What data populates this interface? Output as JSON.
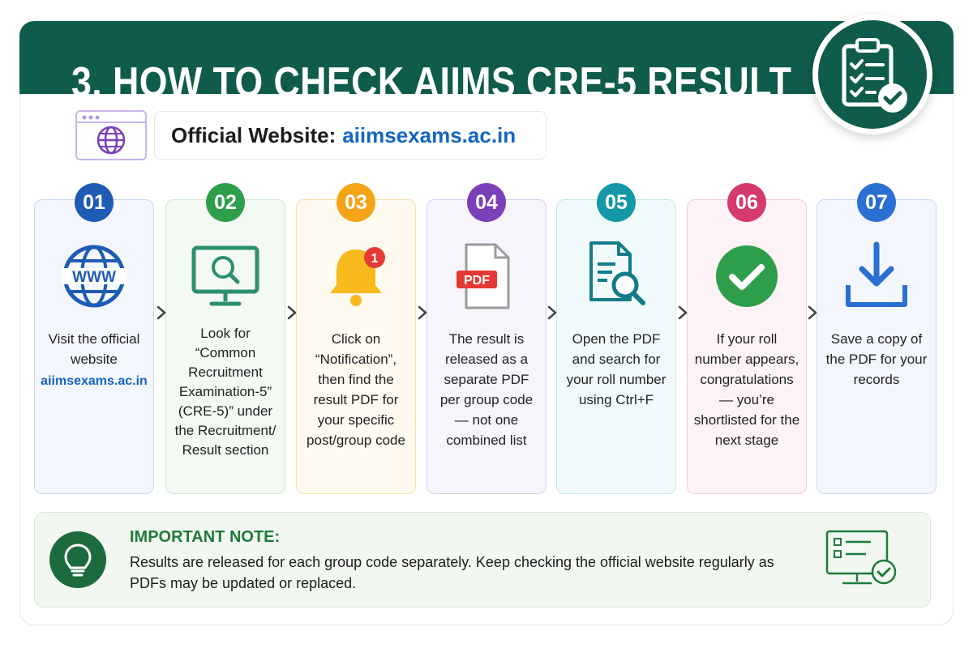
{
  "header": {
    "title": "3. HOW TO CHECK AIIMS CRE-5 RESULT",
    "badge_icon": "clipboard-check-icon"
  },
  "website": {
    "label": "Official Website:",
    "url": "aiimsexams.ac.in",
    "icon": "browser-globe-icon"
  },
  "steps": [
    {
      "number": "01",
      "color": "#1e5bb5",
      "icon": "www-globe-icon",
      "text": "Visit the official website",
      "link": "aiimsexams.ac.in"
    },
    {
      "number": "02",
      "color": "#2e9e4a",
      "icon": "monitor-search-icon",
      "text": "Look for “Common Recruitment Examination-5” (CRE-5)” under the Recruitment/ Result section"
    },
    {
      "number": "03",
      "color": "#f5a417",
      "icon": "notification-bell-icon",
      "badge": "1",
      "text": "Click on “Notification”, then find the result PDF for your specific post/group code"
    },
    {
      "number": "04",
      "color": "#7b3fb8",
      "icon": "pdf-file-icon",
      "badge": "PDF",
      "text": "The result is released as a separate PDF per group code — not one combined list"
    },
    {
      "number": "05",
      "color": "#1498a8",
      "icon": "document-search-icon",
      "text": "Open the PDF and search for your roll number using Ctrl+F"
    },
    {
      "number": "06",
      "color": "#d63a6c",
      "icon": "checkmark-circle-icon",
      "text": "If your roll number appears, congratulations — you’re shortlisted for the next stage"
    },
    {
      "number": "07",
      "color": "#2a6fd1",
      "icon": "download-icon",
      "text": "Save a copy of the PDF for your records"
    }
  ],
  "card_colors": [
    {
      "bg": "#f3f6fc",
      "border": "#c9d8f0"
    },
    {
      "bg": "#f3f9f3",
      "border": "#cde6cf"
    },
    {
      "bg": "#fffaf0",
      "border": "#f6dfa6"
    },
    {
      "bg": "#f8f4fc",
      "border": "#dccdf0"
    },
    {
      "bg": "#f1fafb",
      "border": "#c5e6ea"
    },
    {
      "bg": "#fdf3f6",
      "border": "#f1cdd9"
    },
    {
      "bg": "#f3f6fc",
      "border": "#c9d8f0"
    }
  ],
  "note": {
    "title": "IMPORTANT NOTE:",
    "text": "Results are released for each group code separately. Keep checking the official website regularly as PDFs may be updated or replaced.",
    "icon": "lightbulb-icon",
    "side_icon": "monitor-checklist-icon"
  }
}
